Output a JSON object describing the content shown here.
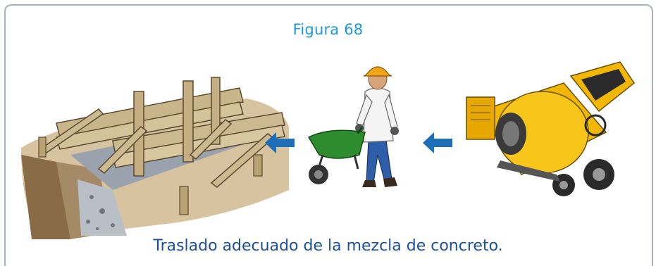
{
  "figure": {
    "title": "Figura 68",
    "caption": "Traslado adecuado de la mezcla de concreto."
  },
  "illustrations": [
    {
      "name": "formwork-trench",
      "icon": "wooden-formwork-trench"
    },
    {
      "name": "worker-wheelbarrow",
      "icon": "worker-with-wheelbarrow"
    },
    {
      "name": "concrete-mixer",
      "icon": "concrete-mixer"
    }
  ],
  "arrows": [
    {
      "name": "arrow-to-formwork",
      "direction": "left"
    },
    {
      "name": "arrow-to-worker",
      "direction": "left"
    }
  ],
  "colors": {
    "title": "#1a9bd7",
    "caption": "#1c4f9c",
    "arrow": "#1d6fb8",
    "border": "#a9b2bd",
    "mixer": "#f2b705",
    "wheelbarrow": "#2e8b2e"
  }
}
